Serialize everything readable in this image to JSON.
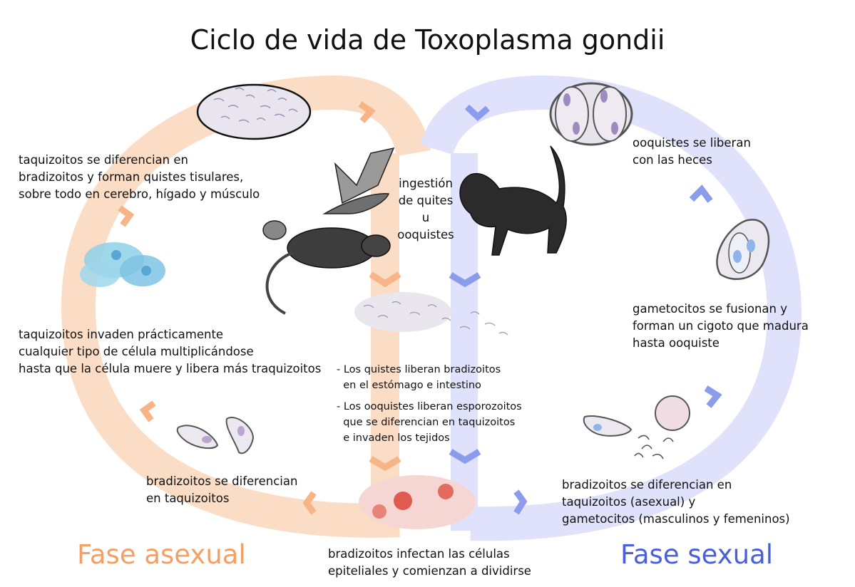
{
  "title": "Ciclo de vida de Toxoplasma gondii",
  "colors": {
    "asexual": "#f3a066",
    "asexual_band": "#fbdcc5",
    "sexual": "#4a5fd8",
    "sexual_band": "#dfe2fa",
    "chevron_asexual": "#f6b487",
    "chevron_sexual": "#8c9cec"
  },
  "labels": {
    "tissue_cysts": "taquizoitos se diferencian en\nbradizoitos y forman quistes tisulares,\nsobre todo en cerebro, hígado y músculo",
    "tachy_invade": "taquizoitos invaden prácticamente\ncualquier tipo de célula multiplicándose\nhasta que la célula muere y libera más traquizoitos",
    "brady_to_tachy": "bradizoitos se diferencian\nen taquizoitos",
    "ingestion": "ingestión\nde quites\nu\nooquistes",
    "cysts_release": "- Los quistes liberan bradizoitos\n  en el estómago e intestino",
    "oocysts_release": "- Los ooquistes liberan esporozoitos\n  que se diferencian en taquizoitos\n  e invaden los tejidos",
    "infect_epithelial": "bradizoitos infectan las células\nepiteliales  y comienzan a dividirse",
    "oocysts_feces": "ooquistes se liberan\ncon las heces",
    "gametocytes_fuse": "gametocitos se fusionan y\nforman un cigoto que madura\nhasta ooquiste",
    "brady_sexual": "bradizoitos se diferencian en\ntaquizoitos (asexual) y\ngametocitos (masculinos y femeninos)"
  },
  "phases": {
    "asexual": "Fase asexual",
    "sexual": "Fase sexual"
  }
}
